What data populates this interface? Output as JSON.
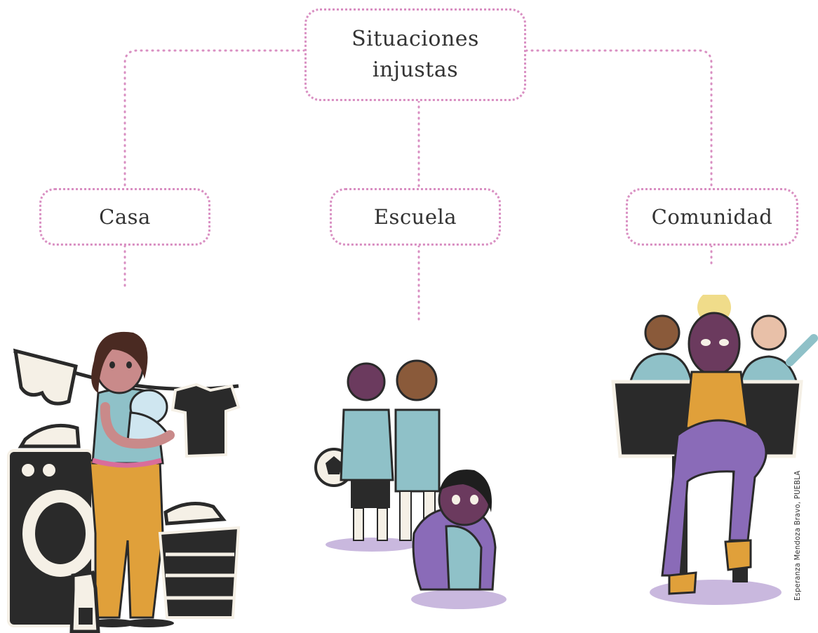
{
  "diagram": {
    "root": {
      "line1": "Situaciones",
      "line2": "injustas"
    },
    "children": [
      {
        "id": "casa",
        "label": "Casa"
      },
      {
        "id": "escuela",
        "label": "Escuela"
      },
      {
        "id": "comunidad",
        "label": "Comunidad"
      }
    ]
  },
  "credit": "Esperanza Mendoza Bravo, PUEBLA",
  "colors": {
    "connector": "#d98fc2",
    "text": "#333333",
    "skin_dark": "#6b3a5e",
    "mustard": "#e0a03a",
    "teal": "#8fc1c8",
    "purple": "#8a6bb8",
    "ink": "#2a2a2a"
  }
}
